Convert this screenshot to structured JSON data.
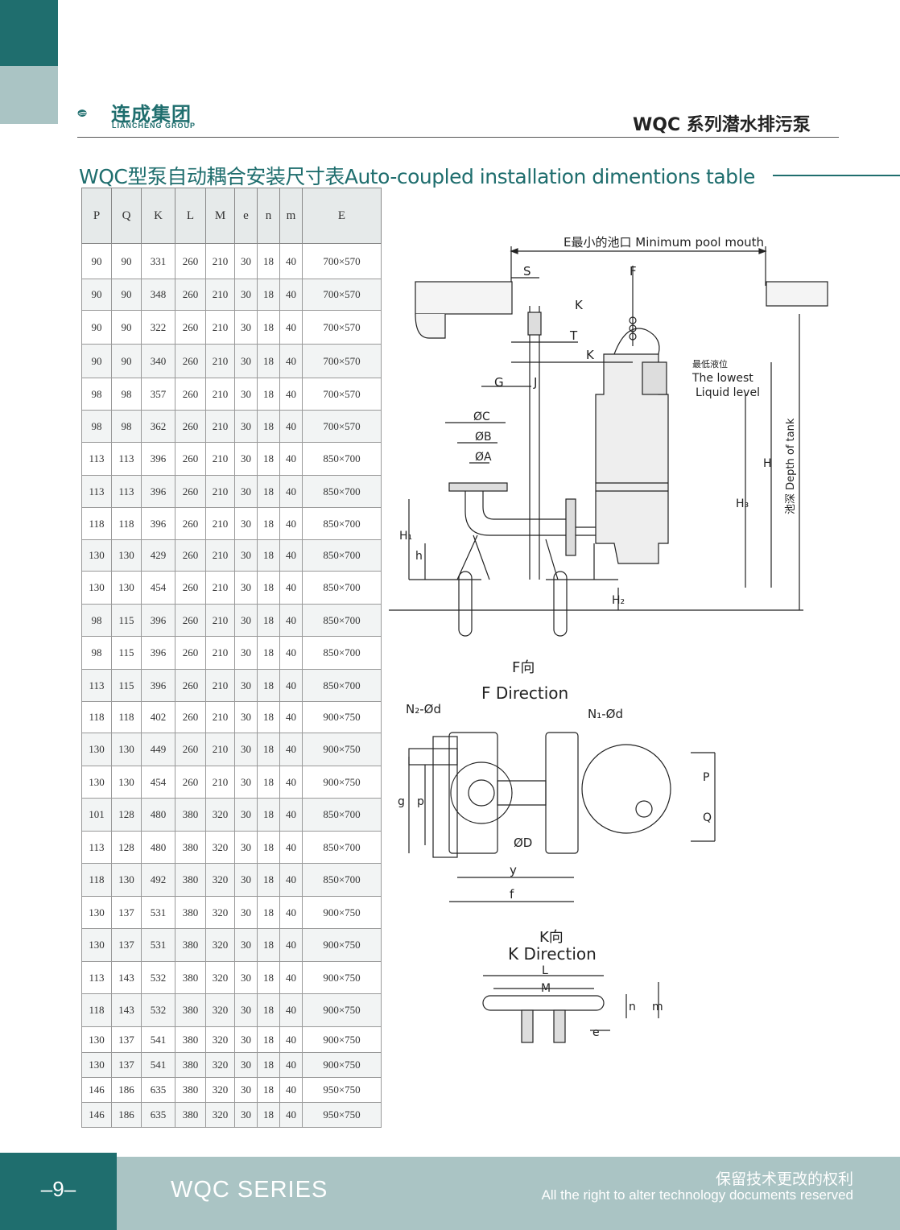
{
  "header": {
    "logo_cn": "连成集团",
    "logo_en": "LIANCHENG GROUP",
    "series_cn": "WQC 系列潜水排污泵"
  },
  "title": "WQC型泵自动耦合安装尺寸表Auto-coupled installation dimentions table",
  "table": {
    "columns": [
      "P",
      "Q",
      "K",
      "L",
      "M",
      "e",
      "n",
      "m",
      "E"
    ],
    "rows": [
      [
        "90",
        "90",
        "331",
        "260",
        "210",
        "30",
        "18",
        "40",
        "700×570"
      ],
      [
        "90",
        "90",
        "348",
        "260",
        "210",
        "30",
        "18",
        "40",
        "700×570"
      ],
      [
        "90",
        "90",
        "322",
        "260",
        "210",
        "30",
        "18",
        "40",
        "700×570"
      ],
      [
        "90",
        "90",
        "340",
        "260",
        "210",
        "30",
        "18",
        "40",
        "700×570"
      ],
      [
        "98",
        "98",
        "357",
        "260",
        "210",
        "30",
        "18",
        "40",
        "700×570"
      ],
      [
        "98",
        "98",
        "362",
        "260",
        "210",
        "30",
        "18",
        "40",
        "700×570"
      ],
      [
        "113",
        "113",
        "396",
        "260",
        "210",
        "30",
        "18",
        "40",
        "850×700"
      ],
      [
        "113",
        "113",
        "396",
        "260",
        "210",
        "30",
        "18",
        "40",
        "850×700"
      ],
      [
        "118",
        "118",
        "396",
        "260",
        "210",
        "30",
        "18",
        "40",
        "850×700"
      ],
      [
        "130",
        "130",
        "429",
        "260",
        "210",
        "30",
        "18",
        "40",
        "850×700"
      ],
      [
        "130",
        "130",
        "454",
        "260",
        "210",
        "30",
        "18",
        "40",
        "850×700"
      ],
      [
        "98",
        "115",
        "396",
        "260",
        "210",
        "30",
        "18",
        "40",
        "850×700"
      ],
      [
        "98",
        "115",
        "396",
        "260",
        "210",
        "30",
        "18",
        "40",
        "850×700"
      ],
      [
        "113",
        "115",
        "396",
        "260",
        "210",
        "30",
        "18",
        "40",
        "850×700"
      ],
      [
        "118",
        "118",
        "402",
        "260",
        "210",
        "30",
        "18",
        "40",
        "900×750"
      ],
      [
        "130",
        "130",
        "449",
        "260",
        "210",
        "30",
        "18",
        "40",
        "900×750"
      ],
      [
        "130",
        "130",
        "454",
        "260",
        "210",
        "30",
        "18",
        "40",
        "900×750"
      ],
      [
        "101",
        "128",
        "480",
        "380",
        "320",
        "30",
        "18",
        "40",
        "850×700"
      ],
      [
        "113",
        "128",
        "480",
        "380",
        "320",
        "30",
        "18",
        "40",
        "850×700"
      ],
      [
        "118",
        "130",
        "492",
        "380",
        "320",
        "30",
        "18",
        "40",
        "850×700"
      ],
      [
        "130",
        "137",
        "531",
        "380",
        "320",
        "30",
        "18",
        "40",
        "900×750"
      ],
      [
        "130",
        "137",
        "531",
        "380",
        "320",
        "30",
        "18",
        "40",
        "900×750"
      ],
      [
        "113",
        "143",
        "532",
        "380",
        "320",
        "30",
        "18",
        "40",
        "900×750"
      ],
      [
        "118",
        "143",
        "532",
        "380",
        "320",
        "30",
        "18",
        "40",
        "900×750"
      ],
      [
        "130",
        "137",
        "541",
        "380",
        "320",
        "30",
        "18",
        "40",
        "900×750"
      ],
      [
        "130",
        "137",
        "541",
        "380",
        "320",
        "30",
        "18",
        "40",
        "900×750"
      ],
      [
        "146",
        "186",
        "635",
        "380",
        "320",
        "30",
        "18",
        "40",
        "950×750"
      ],
      [
        "146",
        "186",
        "635",
        "380",
        "320",
        "30",
        "18",
        "40",
        "950×750"
      ]
    ]
  },
  "drawing": {
    "pool_mouth": "E最小的池口 Minimum pool mouth",
    "lowest_cn": "最低液位",
    "lowest_en1": "The lowest",
    "lowest_en2": "Liquid level",
    "depth": "池深 Depth of tank",
    "labels": {
      "S": "S",
      "F": "F",
      "K": "K",
      "T": "T",
      "G": "G",
      "J": "J",
      "C": "ØC",
      "B": "ØB",
      "A": "ØA",
      "H": "H",
      "H1": "H₁",
      "H2": "H₂",
      "H3": "H₃",
      "h": "h",
      "N2": "N₂-Ød",
      "N1": "N₁-Ød",
      "D": "ØD",
      "g": "g",
      "p": "p",
      "P": "P",
      "Q": "Q",
      "y": "y",
      "f": "f",
      "L": "L",
      "M": "M",
      "e": "e",
      "n": "n",
      "m": "m"
    },
    "f_dir_cn": "F向",
    "f_dir_en": "F Direction",
    "k_dir_cn": "K向",
    "k_dir_en": "K Direction"
  },
  "footer": {
    "page": "–9–",
    "series": "WQC SERIES",
    "rights_cn": "保留技术更改的权利",
    "rights_en": "All the right to alter technology documents reserved"
  }
}
